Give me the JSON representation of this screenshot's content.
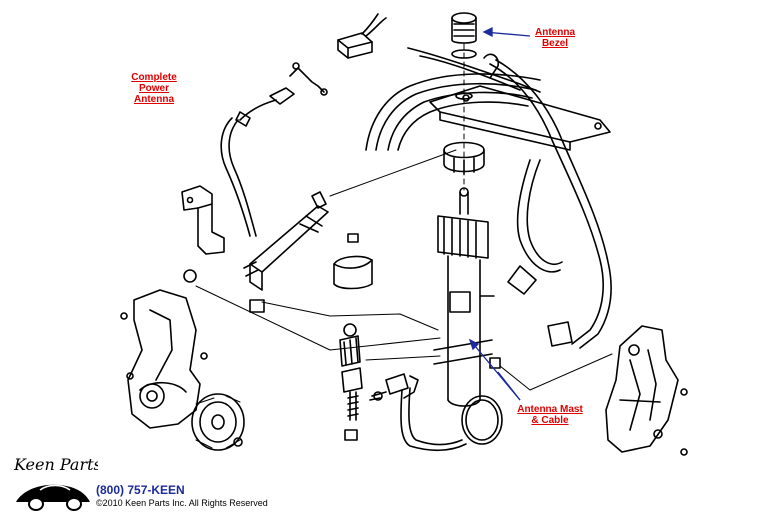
{
  "callouts": {
    "antenna_bezel": {
      "line1": "Antenna",
      "line2": "Bezel"
    },
    "complete_power_antenna": {
      "line1": "Complete",
      "line2": "Power",
      "line3": "Antenna"
    },
    "antenna_mast_cable": {
      "line1": "Antenna Mast",
      "line2": "& Cable"
    }
  },
  "footer": {
    "phone": "(800) 757-KEEN",
    "copyright": "©2010 Keen Parts Inc. All Rights Reserved"
  },
  "logo": {
    "text": "Keen Parts"
  },
  "colors": {
    "callout_text": "#e00000",
    "leader_line": "#1b2a9c",
    "phone_text": "#1b2a9c",
    "linework": "#000000"
  }
}
